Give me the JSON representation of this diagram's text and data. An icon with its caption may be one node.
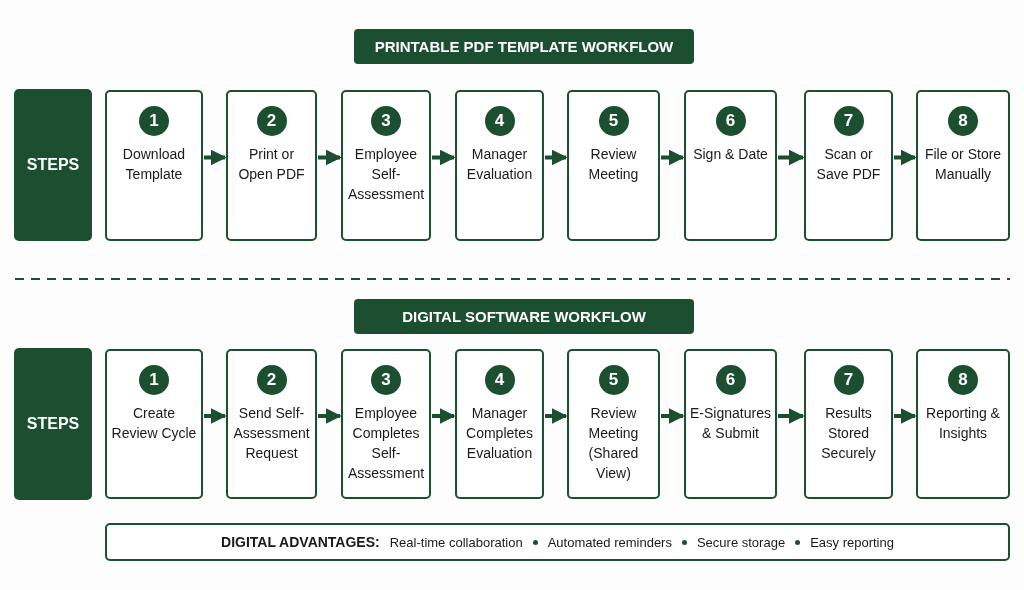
{
  "diagram": {
    "nodes": [
      {
        "text": [
          "PRINTABLE PDF TEMPLATE WORKFLOW"
        ]
      },
      {
        "text": [
          "STEPS"
        ]
      },
      {
        "text": [
          "1",
          "Download Template"
        ]
      },
      {
        "text": [
          "2",
          "Print or Open PDF"
        ]
      },
      {
        "text": [
          "3",
          "Employee Self-Assessment"
        ]
      },
      {
        "text": [
          "4",
          "Manager Evaluation"
        ]
      },
      {
        "text": [
          "5",
          "Review Meeting"
        ]
      },
      {
        "text": [
          "6",
          "Sign & Date"
        ]
      },
      {
        "text": [
          "7",
          "Scan or Save PDF"
        ]
      },
      {
        "text": [
          "8",
          "File or Store Manually"
        ]
      },
      {
        "text": [
          "DIGITAL SOFTWARE WORKFLOW"
        ]
      },
      {
        "text": [
          "STEPS"
        ]
      },
      {
        "text": [
          "1",
          "Create Review Cycle"
        ]
      },
      {
        "text": [
          "2",
          "Send Self-Assessment Request"
        ]
      },
      {
        "text": [
          "3",
          "Employee Completes Self-Assessment"
        ]
      },
      {
        "text": [
          "4",
          "Manager Completes Evaluation"
        ]
      },
      {
        "text": [
          "5",
          "Review Meeting (Shared View)"
        ]
      },
      {
        "text": [
          "6",
          "E-Signatures & Submit"
        ]
      },
      {
        "text": [
          "7",
          "Results Stored Securely"
        ]
      },
      {
        "text": [
          "8",
          "Reporting & Insights"
        ]
      },
      {
        "text": [
          "DIGITAL ADVANTAGES:",
          "Real-time collaboration",
          "Automated reminders",
          "Secure storage",
          "Easy reporting"
        ]
      }
    ],
    "edges": [
      {
        "from": 2,
        "to": 3,
        "arrow": "to"
      },
      {
        "from": 3,
        "to": 4,
        "arrow": "to"
      },
      {
        "from": 4,
        "to": 5,
        "arrow": "to"
      },
      {
        "from": 5,
        "to": 6,
        "arrow": "to"
      },
      {
        "from": 6,
        "to": 7,
        "arrow": "to"
      },
      {
        "from": 7,
        "to": 8,
        "arrow": "to"
      },
      {
        "from": 8,
        "to": 9,
        "arrow": "to"
      },
      {
        "from": 12,
        "to": 13,
        "arrow": "to"
      },
      {
        "from": 13,
        "to": 14,
        "arrow": "to"
      },
      {
        "from": 14,
        "to": 15,
        "arrow": "to"
      },
      {
        "from": 15,
        "to": 16,
        "arrow": "to"
      },
      {
        "from": 16,
        "to": 17,
        "arrow": "to"
      },
      {
        "from": 17,
        "to": 18,
        "arrow": "to"
      },
      {
        "from": 18,
        "to": 19,
        "arrow": "to"
      }
    ]
  }
}
